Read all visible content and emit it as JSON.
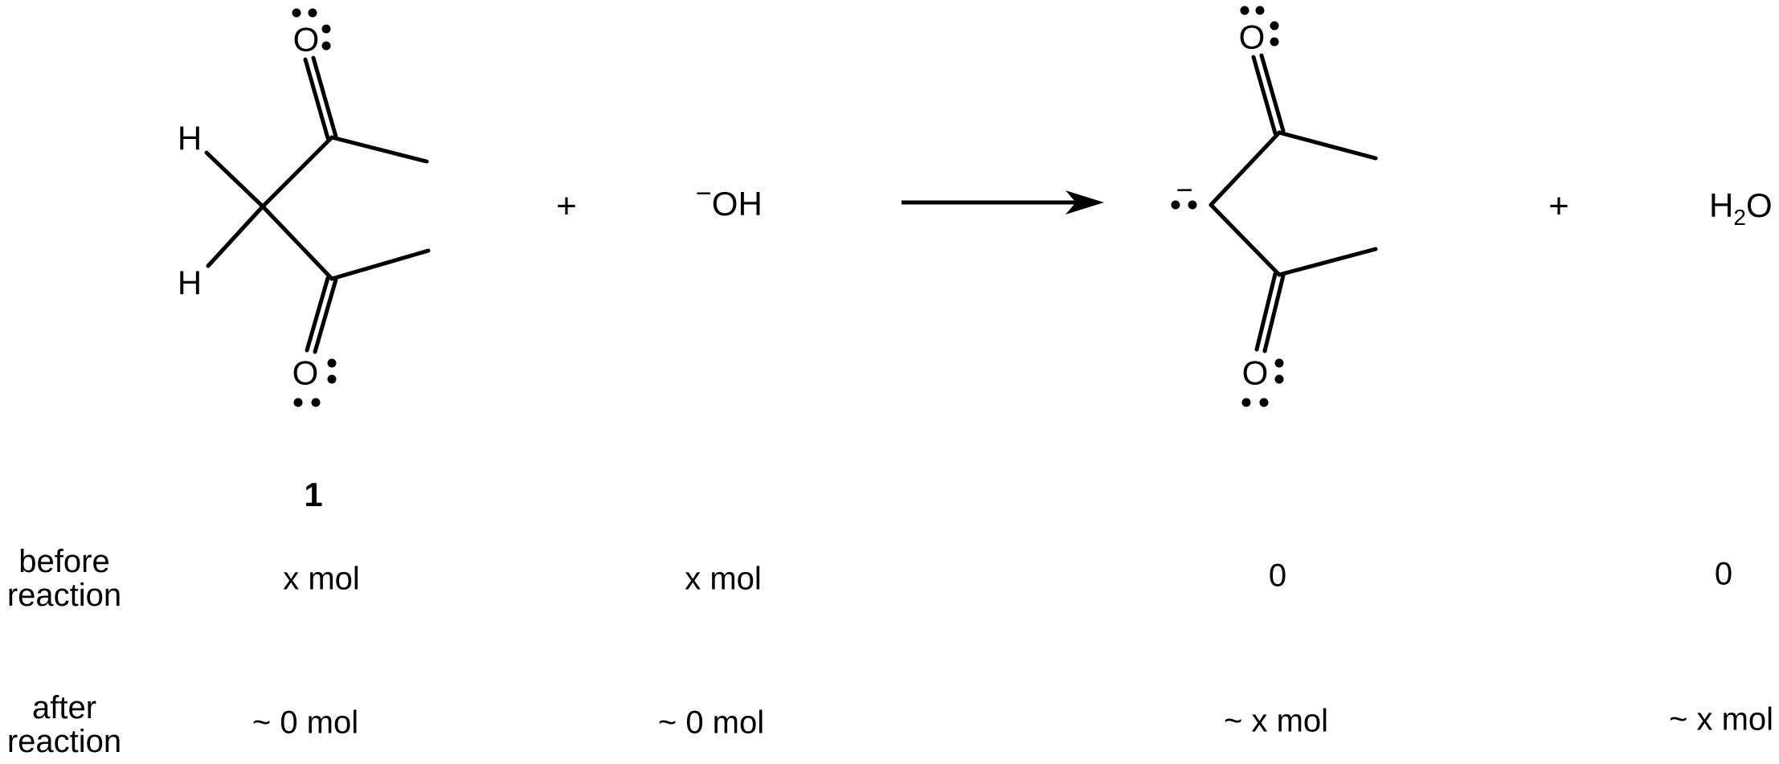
{
  "colors": {
    "ink": "#000000",
    "background": "#ffffff"
  },
  "reaction": {
    "compound1": {
      "number_label": "1",
      "atom_o_top": "O",
      "atom_o_bottom": "O",
      "atom_h_top": "H",
      "atom_h_bottom": "H"
    },
    "plus_left": "+",
    "hydroxide": {
      "charge": "−",
      "formula": "OH"
    },
    "enolate": {
      "charge": "−",
      "atom_o_top": "O",
      "atom_o_bottom": "O"
    },
    "plus_right": "+",
    "water": {
      "h": "H",
      "subscript": "2",
      "o": "O"
    }
  },
  "table": {
    "row_before": {
      "label": "before\nreaction",
      "values": [
        "x mol",
        "x mol",
        "0",
        "0"
      ]
    },
    "row_after": {
      "label": "after\nreaction",
      "values": [
        "~ 0 mol",
        "~ 0 mol",
        "~ x mol",
        "~ x mol"
      ]
    }
  }
}
